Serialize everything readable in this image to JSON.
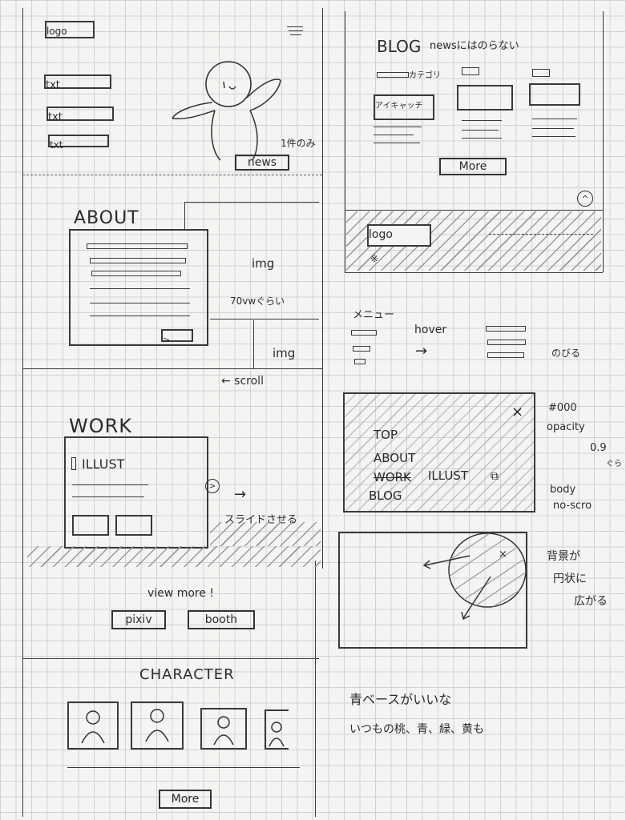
{
  "left": {
    "hero": {
      "logo": "logo",
      "txt": [
        "txt",
        "txt",
        "txt"
      ],
      "note": "1件のみ",
      "news_button": "news"
    },
    "about": {
      "title": "ABOUT",
      "img_label": "img",
      "img_note": "70vwぐらい",
      "img2_label": "img",
      "scroll_label": "← scroll"
    },
    "work": {
      "title": "WORK",
      "illust": "ILLUST",
      "slide_note": "スライドさせる",
      "view_more": "view more !",
      "links": [
        "pixiv",
        "booth"
      ]
    },
    "character": {
      "title": "CHARACTER",
      "more": "More"
    }
  },
  "right": {
    "blog": {
      "title": "BLOG",
      "note": "newsにはのらない",
      "category": "カテゴリ",
      "eyecatch": "アイキャッチ",
      "more": "More",
      "top_button": "^",
      "footer_logo": "logo",
      "footer_mark": "※"
    },
    "menu": {
      "label": "メニュー",
      "hover": "hover",
      "note": "のびる"
    },
    "overlay": {
      "items": [
        "TOP",
        "ABOUT",
        "WORK",
        "BLOG"
      ],
      "illust_link": "ILLUST",
      "close": "×",
      "note_color": "#000",
      "note_opacity": "opacity",
      "note_opacity_val": "0.9",
      "note_opacity_tail": "ぐら",
      "note_body": "body",
      "note_noscroll": "no-scro"
    },
    "circle": {
      "note1": "背景が",
      "note2": "円状に",
      "note3": "広がる"
    },
    "colors": {
      "line1": "青ベースがいいな",
      "line2": "いつもの桃、青、緑、黄も"
    }
  }
}
